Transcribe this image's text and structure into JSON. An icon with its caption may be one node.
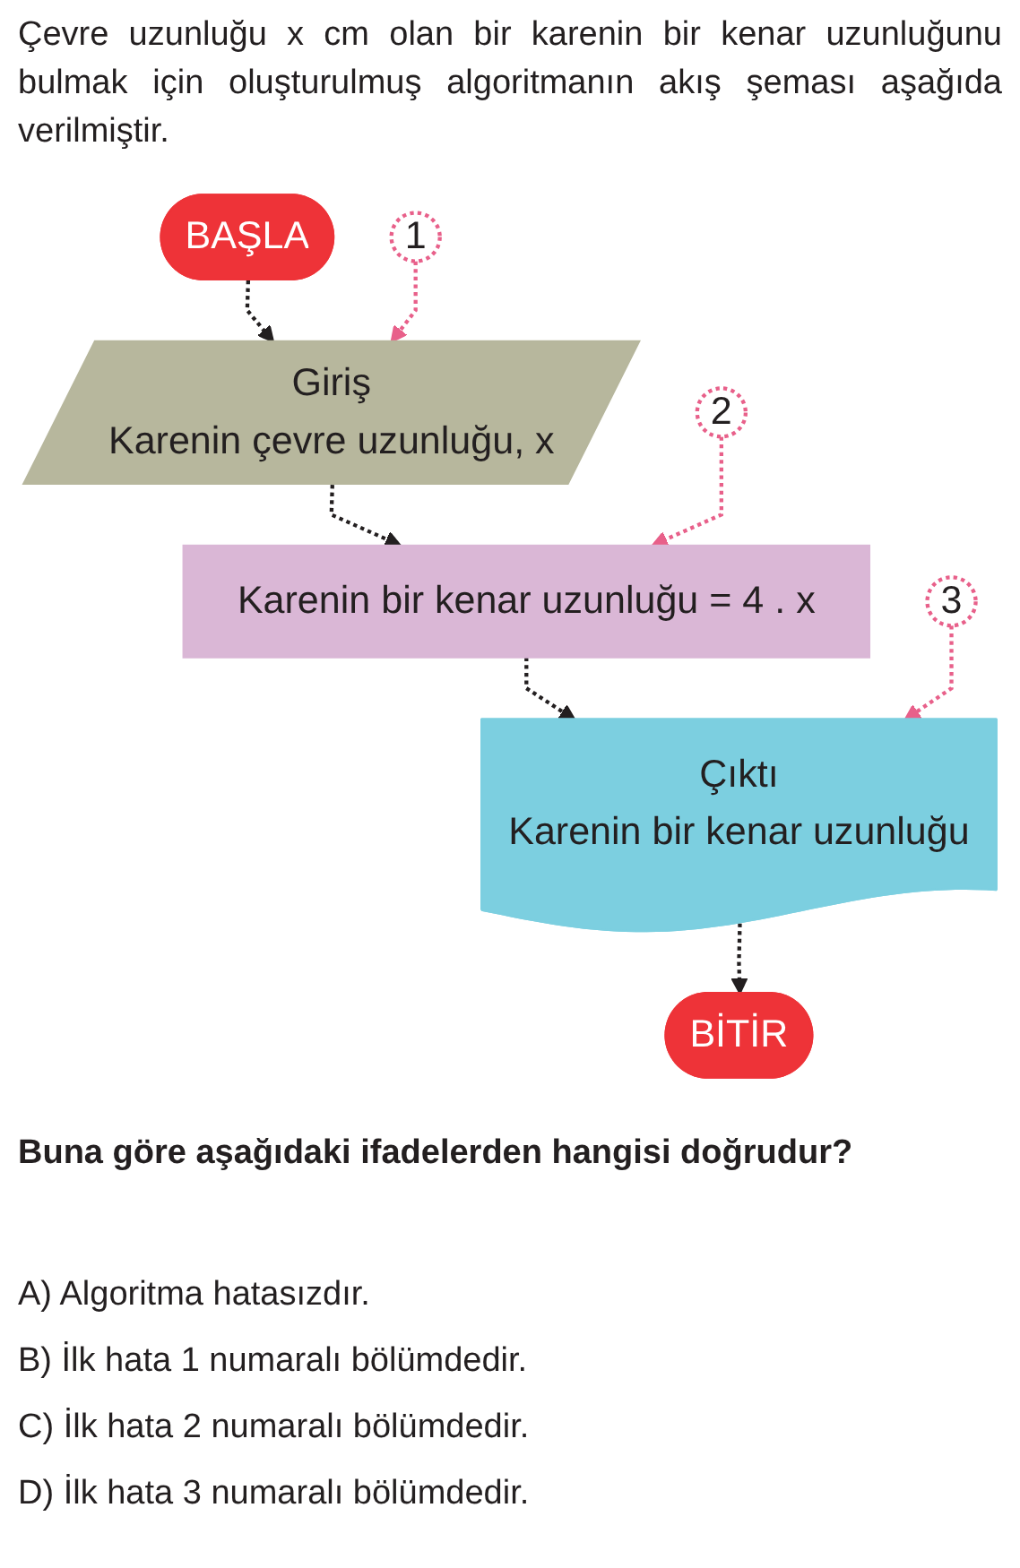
{
  "diagram": {
    "nodes": [
      {
        "text": [
          "BAŞLA"
        ]
      },
      {
        "text": [
          "1"
        ]
      },
      {
        "text": [
          "Giriş",
          "Karenin çevre uzunluğu, x"
        ]
      },
      {
        "text": [
          "2"
        ]
      },
      {
        "text": [
          "Karenin bir kenar uzunluğu = 4 . x"
        ]
      },
      {
        "text": [
          "3"
        ]
      },
      {
        "text": [
          "Çıktı",
          "Karenin bir kenar uzunluğu"
        ]
      },
      {
        "text": [
          "BİTİR"
        ]
      }
    ],
    "edges": [
      {
        "from": 0,
        "to": 2,
        "arrow": "to",
        "style": "dashed"
      },
      {
        "from": 1,
        "to": 2,
        "arrow": "to",
        "style": "dashed",
        "color": "#e8608a"
      },
      {
        "from": 2,
        "to": 4,
        "arrow": "to",
        "style": "dashed"
      },
      {
        "from": 3,
        "to": 4,
        "arrow": "to",
        "style": "dashed",
        "color": "#e8608a"
      },
      {
        "from": 4,
        "to": 6,
        "arrow": "to",
        "style": "dashed"
      },
      {
        "from": 5,
        "to": 6,
        "arrow": "to",
        "style": "dashed",
        "color": "#e8608a"
      },
      {
        "from": 6,
        "to": 7,
        "arrow": "to",
        "style": "dashed"
      }
    ],
    "labels": [
      "Çevre uzunluğu x cm olan bir karenin bir kenar uzunluğunu bulmak için oluşturulmuş algoritmanın akış şeması aşağıda verilmiştir.",
      "Buna göre aşağıdaki ifadelerden hangisi doğrudur?",
      "A) Algoritma hatasızdır.",
      "B) İlk hata 1 numaralı bölümdedir.",
      "C) İlk hata 2 numaralı bölümdedir.",
      "D) İlk hata 3 numaralı bölümdedir."
    ]
  }
}
